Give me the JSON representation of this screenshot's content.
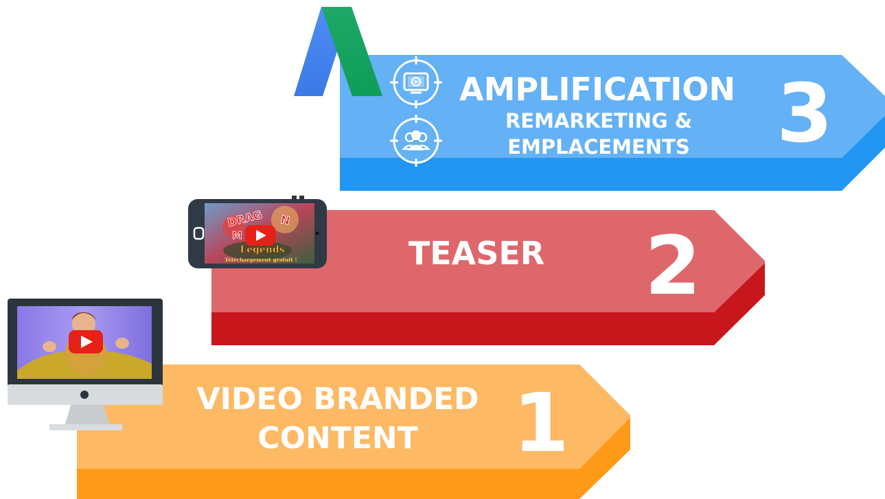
{
  "steps": [
    {
      "number": "3",
      "title": "AMPLIFICATION",
      "subtitle_line1": "REMARKETING &",
      "subtitle_line2": "EMPLACEMENTS",
      "colors": {
        "face": "#64B1F5",
        "side": "#2196F3"
      },
      "icons": [
        "video-target-icon",
        "audience-target-icon"
      ],
      "logo": "google-ads-logo"
    },
    {
      "number": "2",
      "title": "TEASER",
      "colors": {
        "face": "#DE676C",
        "side": "#C8161D"
      },
      "device": "smartphone-video-thumbnail",
      "thumbnail_text": {
        "title_part1": "DRAG",
        "title_part2": "N",
        "title_part3": "M",
        "subtitle": "Legends",
        "tagline": "Téléchargement gratuit !"
      }
    },
    {
      "number": "1",
      "title_line1": "VIDEO BRANDED",
      "title_line2": "CONTENT",
      "colors": {
        "face": "#FEB965",
        "side": "#FF9A18"
      },
      "device": "desktop-monitor-video-thumbnail"
    }
  ],
  "accent_colors": {
    "play_button": "#E62117",
    "google_blue": "#4285F4",
    "google_green": "#0F9D58"
  }
}
